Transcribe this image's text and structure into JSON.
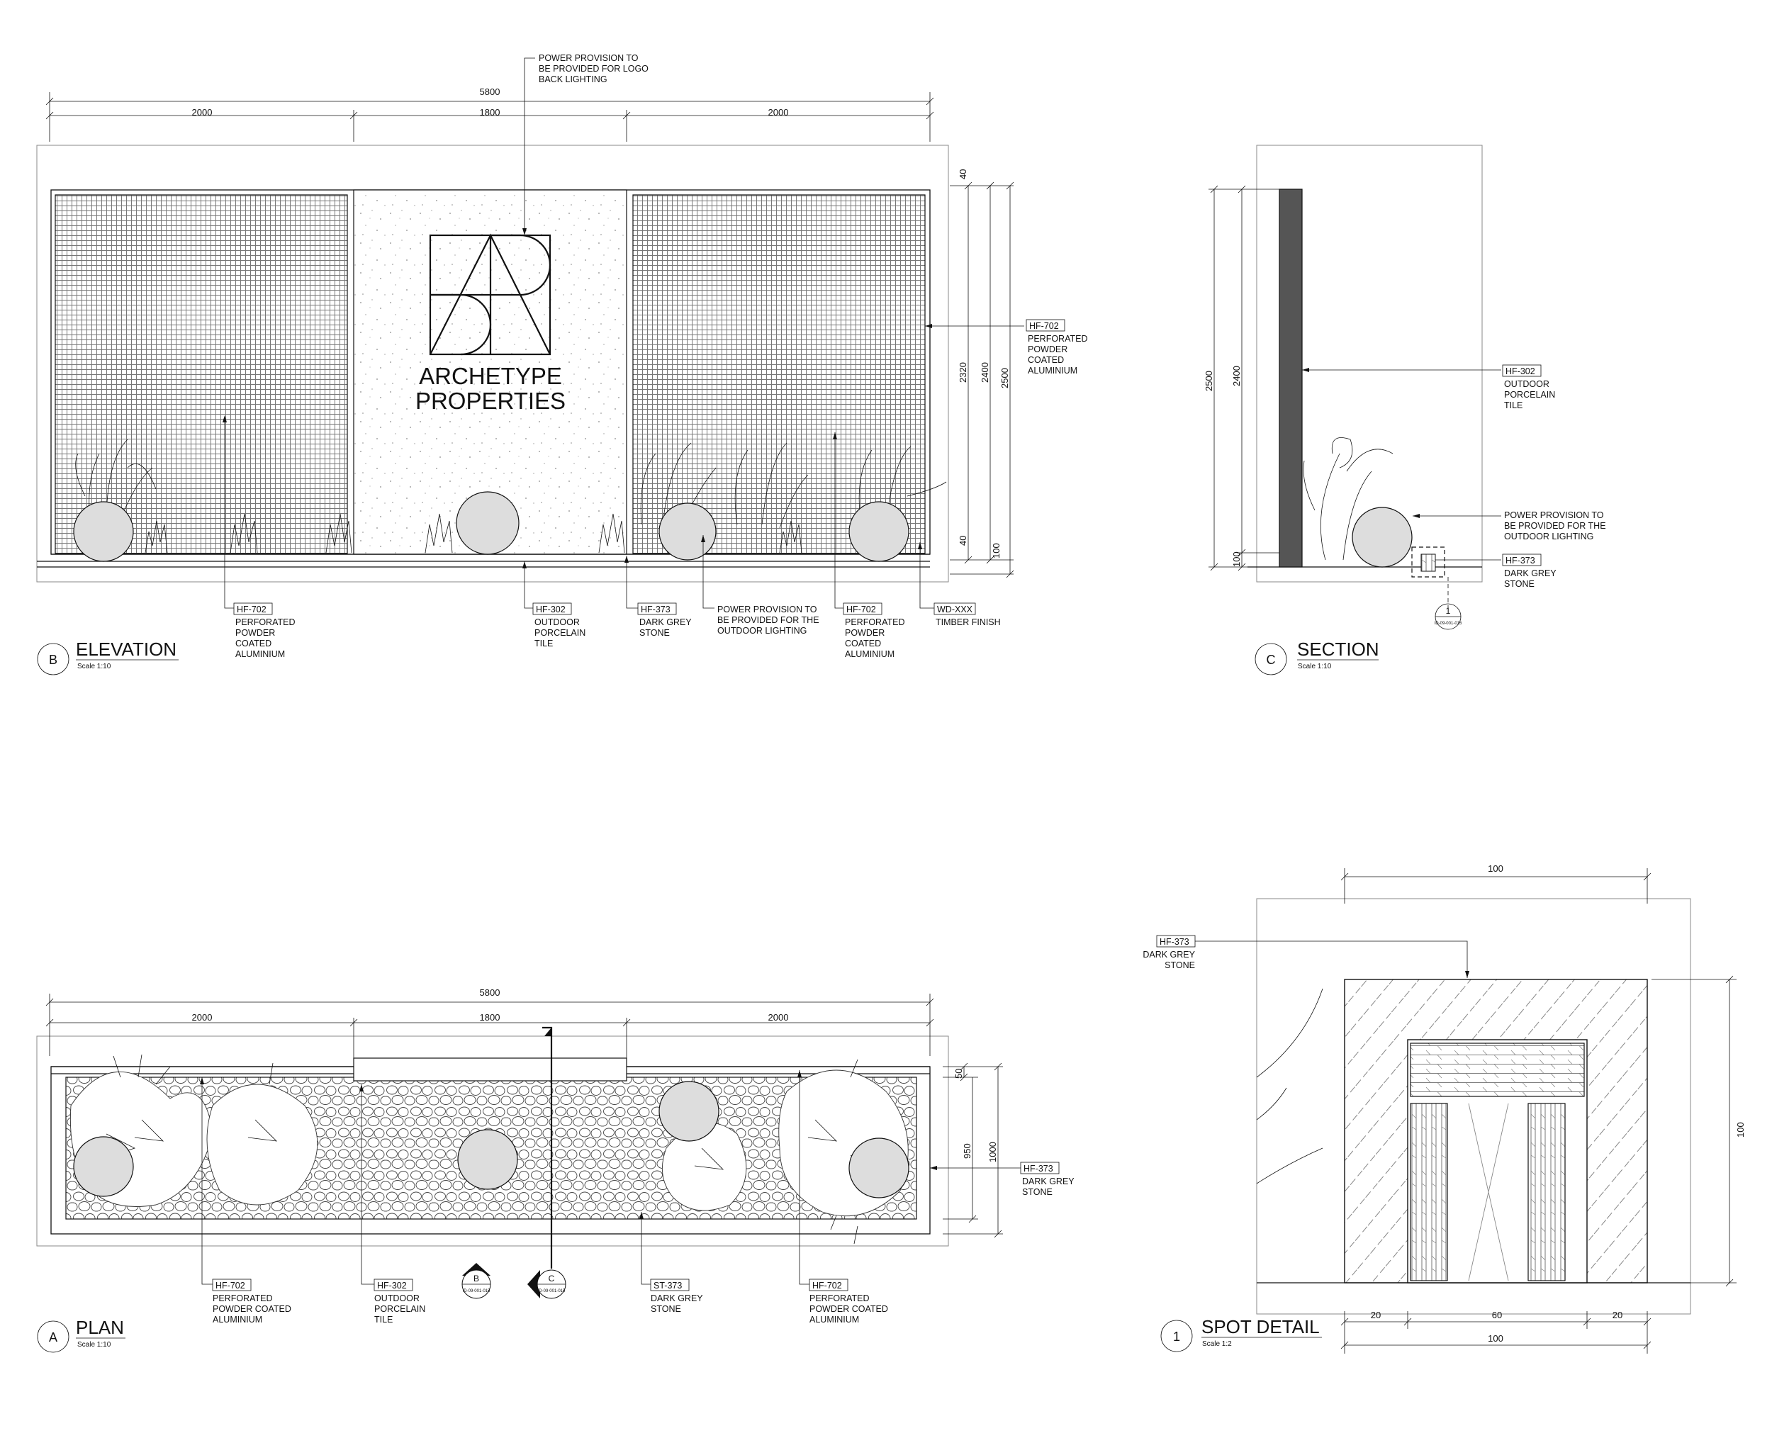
{
  "elevation": {
    "title": "ELEVATION",
    "scale": "Scale 1:10",
    "marker": "B",
    "dims": {
      "overall": "5800",
      "left": "2000",
      "center": "1800",
      "right": "2000",
      "top_gap": "40",
      "bottom_gap": "40",
      "h1": "2320",
      "h2": "2400",
      "h3": "2500",
      "base": "100"
    },
    "logo_line1": "ARCHETYPE",
    "logo_line2": "PROPERTIES",
    "notes": {
      "power_logo": [
        "POWER PROVISION TO",
        "BE PROVIDED FOR LOGO",
        "BACK LIGHTING"
      ],
      "hf702_right_tag": "HF-702",
      "hf702_right_text": [
        "PERFORATED",
        "POWDER",
        "COATED",
        "ALUMINIUM"
      ],
      "hf702_a_tag": "HF-702",
      "hf702_a_text": [
        "PERFORATED",
        "POWDER",
        "COATED",
        "ALUMINIUM"
      ],
      "hf302_tag": "HF-302",
      "hf302_text": [
        "OUTDOOR",
        "PORCELAIN",
        "TILE"
      ],
      "hf373_tag": "HF-373",
      "hf373_text": [
        "DARK GREY",
        "STONE"
      ],
      "power_outdoor": [
        "POWER PROVISION TO",
        "BE PROVIDED FOR THE",
        "OUTDOOR LIGHTING"
      ],
      "hf702_b_tag": "HF-702",
      "hf702_b_text": [
        "PERFORATED",
        "POWDER",
        "COATED",
        "ALUMINIUM"
      ],
      "wd_tag": "WD-XXX",
      "wd_text": [
        "TIMBER FINISH"
      ]
    }
  },
  "section": {
    "title": "SECTION",
    "scale": "Scale 1:10",
    "marker": "C",
    "dims": {
      "h_overall": "2500",
      "h_panel": "2400",
      "base": "100"
    },
    "notes": {
      "hf302_tag": "HF-302",
      "hf302_text": [
        "OUTDOOR",
        "PORCELAIN",
        "TILE"
      ],
      "power": [
        "POWER PROVISION TO",
        "BE PROVIDED FOR THE",
        "OUTDOOR LIGHTING"
      ],
      "hf373_tag": "HF-373",
      "hf373_text": [
        "DARK GREY",
        "STONE"
      ]
    },
    "detail_ref_num": "1",
    "detail_ref_sheet": "ID-09-001-015"
  },
  "plan": {
    "title": "PLAN",
    "scale": "Scale 1:10",
    "marker": "A",
    "dims": {
      "overall": "5800",
      "left": "2000",
      "center": "1800",
      "right": "2000",
      "top": "50",
      "d950": "950",
      "d1000": "1000"
    },
    "notes": {
      "hf373_right_tag": "HF-373",
      "hf373_right_text": [
        "DARK GREY",
        "STONE"
      ],
      "hf702_a_tag": "HF-702",
      "hf702_a_text": [
        "PERFORATED",
        "POWDER COATED",
        "ALUMINIUM"
      ],
      "hf302_tag": "HF-302",
      "hf302_text": [
        "OUTDOOR",
        "PORCELAIN",
        "TILE"
      ],
      "st373_tag": "ST-373",
      "st373_text": [
        "DARK GREY",
        "STONE"
      ],
      "hf702_b_tag": "HF-702",
      "hf702_b_text": [
        "PERFORATED",
        "POWDER COATED",
        "ALUMINIUM"
      ]
    },
    "marker_b": "B",
    "marker_b_sheet": "ID-09-001-015",
    "marker_c": "C",
    "marker_c_sheet": "ID-09-001-015"
  },
  "spot": {
    "title": "SPOT DETAIL",
    "scale": "Scale 1:2",
    "marker": "1",
    "dims": {
      "top": "100",
      "right": "100",
      "b_left": "20",
      "b_mid": "60",
      "b_right": "20",
      "b_total": "100"
    },
    "notes": {
      "hf373_tag": "HF-373",
      "hf373_text": [
        "DARK GREY",
        "STONE"
      ]
    }
  }
}
